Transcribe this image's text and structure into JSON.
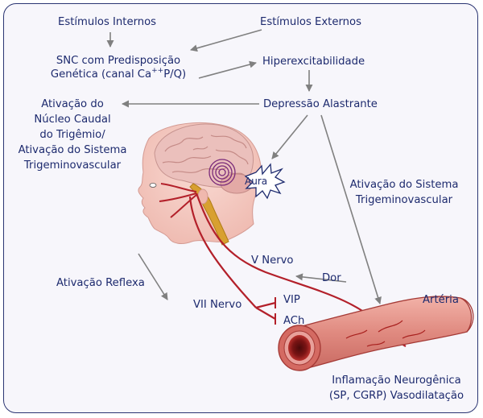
{
  "labels": {
    "internal_stimuli": "Estímulos Internos",
    "external_stimuli": "Estímulos Externos",
    "cns_line1": "SNC com Predisposição",
    "cns_line2_pre": "Genética (canal Ca",
    "cns_line2_sup": "++",
    "cns_line2_post": "P/Q)",
    "hyperexcitability": "Hiperexcitabilidade",
    "cortical_spreading_depression": "Depressão Alastrante",
    "trigeminal_activation_lines": [
      "Ativação do",
      "Núcleo Caudal",
      "do Trigêmio/",
      "Ativação do Sistema",
      "Trigeminovascular"
    ],
    "aura": "Aura",
    "trigeminovascular_activation_lines": [
      "Ativação do Sistema",
      "Trigeminovascular"
    ],
    "nerve_v": "V  Nervo",
    "pain": "Dor",
    "reflex_activation": "Ativação Reflexa",
    "nerve_vii": "VII  Nervo",
    "vip": "VIP",
    "ach": "ACh",
    "artery": "Artéria",
    "inflammation_lines": [
      "Inflamação Neurogênica",
      "(SP, CGRP)  Vasodilatação"
    ]
  },
  "colors": {
    "text": "#1d2a6e",
    "arrow": "#808080",
    "nerve": "#b3202a",
    "artery": "#e08a80",
    "artery_dark": "#a53a36",
    "head_skin": "#f4c8c0",
    "brain": "#e7b6b3",
    "brainstem": "#d59a2c",
    "aura_ring": "#7a2a7a"
  }
}
